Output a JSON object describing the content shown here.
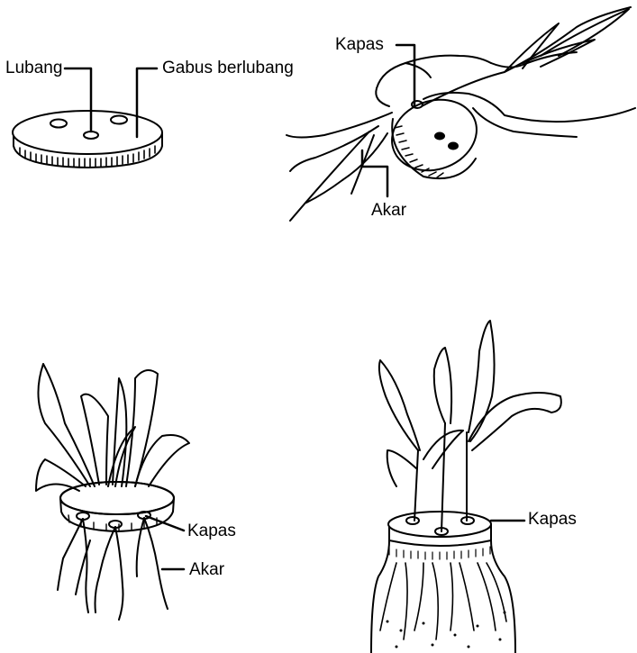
{
  "panels": [
    {
      "id": "cork-disc",
      "labels": {
        "hole": "Lubang",
        "cork": "Gabus berlubang"
      }
    },
    {
      "id": "inserting-seedling",
      "labels": {
        "cotton": "Kapas",
        "root": "Akar"
      }
    },
    {
      "id": "seedlings-in-cork",
      "labels": {
        "cotton": "Kapas",
        "root": "Akar"
      }
    },
    {
      "id": "cork-on-jar",
      "labels": {
        "cotton": "Kapas"
      }
    }
  ]
}
